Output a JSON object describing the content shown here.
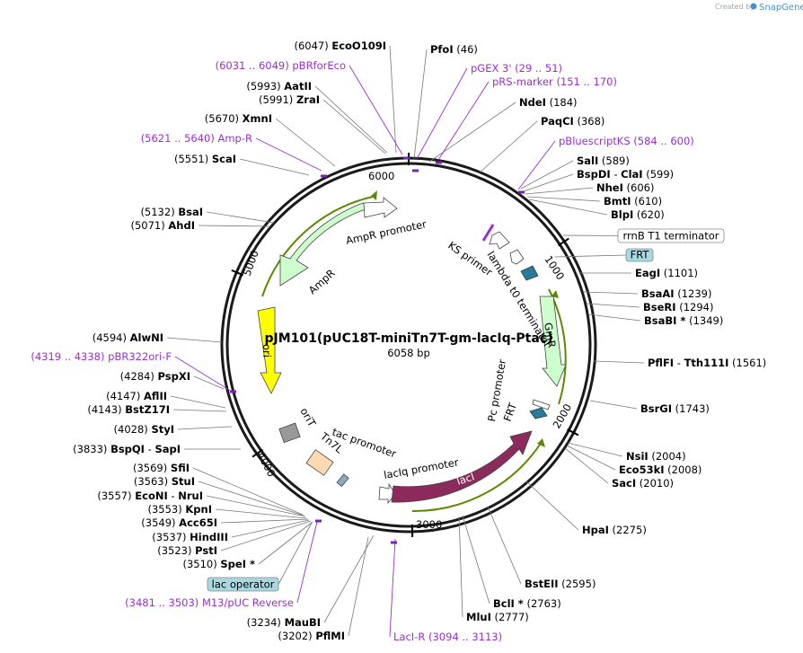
{
  "credit": {
    "prefix": "Created by",
    "brand": "SnapGene"
  },
  "plasmid": {
    "name": "pJM101(pUC18T-miniTn7T-gm-lacIq-Ptac)",
    "length": "6058 bp"
  },
  "features": {
    "ampr": "AmpR",
    "ampr_promoter": "AmpR promoter",
    "ori": "ori",
    "orit": "oriT",
    "tn7l": "Tn7L",
    "tac_promoter": "tac promoter",
    "laciq_promoter": "lacIq promoter",
    "laci": "lacI",
    "pc_promoter": "Pc promoter",
    "frt": "FRT",
    "gmr": "GmR",
    "lambda_t0": "lambda t0 terminator",
    "ks_primer": "KS primer"
  },
  "ticks": [
    "1000",
    "2000",
    "3000",
    "4000",
    "5000",
    "6000"
  ],
  "boxed_labels": [
    {
      "text": "rrnB T1 terminator",
      "fill": "#ffffff"
    },
    {
      "text": "FRT",
      "fill": "#a8d8e0"
    },
    {
      "text": "lac operator",
      "fill": "#a8d8e0"
    }
  ],
  "enzymes_right": [
    {
      "name": "PfoI",
      "pos": "(46)"
    },
    {
      "name": "NdeI",
      "pos": "(184)"
    },
    {
      "name": "PaqCI",
      "pos": "(368)"
    },
    {
      "name": "SalI",
      "pos": "(589)"
    },
    {
      "name": "BspDI",
      "sep": "-",
      "name2": "ClaI",
      "pos": "(599)"
    },
    {
      "name": "NheI",
      "pos": "(606)"
    },
    {
      "name": "BmtI",
      "pos": "(610)"
    },
    {
      "name": "BlpI",
      "pos": "(620)"
    },
    {
      "name": "EagI",
      "pos": "(1101)"
    },
    {
      "name": "BsaAI",
      "pos": "(1239)"
    },
    {
      "name": "BseRI",
      "pos": "(1294)"
    },
    {
      "name": "BsaBI *",
      "pos": "(1349)"
    },
    {
      "name": "PflFI",
      "sep": "-",
      "name2": "Tth111I",
      "pos": "(1561)"
    },
    {
      "name": "BsrGI",
      "pos": "(1743)"
    },
    {
      "name": "NsiI",
      "pos": "(2004)"
    },
    {
      "name": "Eco53kI",
      "pos": "(2008)"
    },
    {
      "name": "SacI",
      "pos": "(2010)"
    },
    {
      "name": "HpaI",
      "pos": "(2275)"
    },
    {
      "name": "BstEII",
      "pos": "(2595)"
    },
    {
      "name": "BclI *",
      "pos": "(2763)"
    },
    {
      "name": "MluI",
      "pos": "(2777)"
    }
  ],
  "enzymes_left": [
    {
      "name": "EcoO109I",
      "pos": "(6047)"
    },
    {
      "name": "AatII",
      "pos": "(5993)"
    },
    {
      "name": "ZraI",
      "pos": "(5991)"
    },
    {
      "name": "XmnI",
      "pos": "(5670)"
    },
    {
      "name": "ScaI",
      "pos": "(5551)"
    },
    {
      "name": "BsaI",
      "pos": "(5132)"
    },
    {
      "name": "AhdI",
      "pos": "(5071)"
    },
    {
      "name": "AlwNI",
      "pos": "(4594)"
    },
    {
      "name": "PspXI",
      "pos": "(4284)"
    },
    {
      "name": "AflII",
      "pos": "(4147)"
    },
    {
      "name": "BstZ17I",
      "pos": "(4143)"
    },
    {
      "name": "StyI",
      "pos": "(4028)"
    },
    {
      "name": "BspQI",
      "sep": "-",
      "name2": "SapI",
      "pos": "(3833)"
    },
    {
      "name": "SfiI",
      "pos": "(3569)"
    },
    {
      "name": "StuI",
      "pos": "(3563)"
    },
    {
      "name": "EcoNI",
      "sep": "-",
      "name2": "NruI",
      "pos": "(3557)"
    },
    {
      "name": "KpnI",
      "pos": "(3553)"
    },
    {
      "name": "Acc65I",
      "pos": "(3549)"
    },
    {
      "name": "HindIII",
      "pos": "(3537)"
    },
    {
      "name": "PstI",
      "pos": "(3523)"
    },
    {
      "name": "SpeI *",
      "pos": "(3510)"
    },
    {
      "name": "MauBI",
      "pos": "(3234)"
    },
    {
      "name": "PflMI",
      "pos": "(3202)"
    }
  ],
  "primers": [
    {
      "name": "pGEX 3'",
      "range": "(29 .. 51)"
    },
    {
      "name": "pRS-marker",
      "range": "(151 .. 170)"
    },
    {
      "name": "pBluescriptKS",
      "range": "(584 .. 600)"
    },
    {
      "name": "pBRforEco",
      "range": "(6031 .. 6049)"
    },
    {
      "name": "Amp-R",
      "range": "(5621 .. 5640)"
    },
    {
      "name": "pBR322ori-F",
      "range": "(4319 .. 4338)"
    },
    {
      "name": "M13/pUC Reverse",
      "range": "(3481 .. 3503)"
    },
    {
      "name": "LacI-R",
      "range": "(3094 .. 3113)"
    }
  ]
}
